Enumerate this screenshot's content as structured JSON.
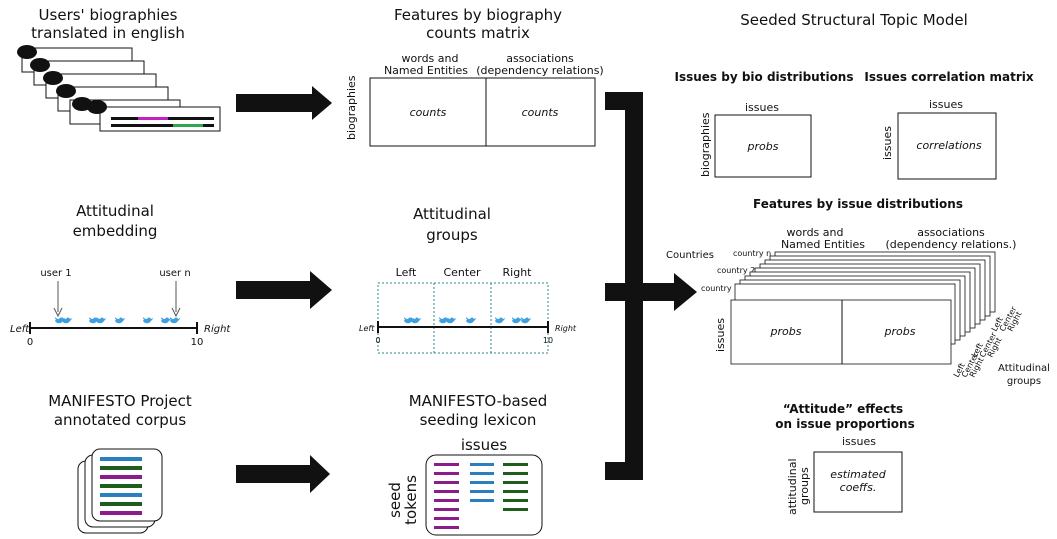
{
  "left": {
    "bios_title": [
      "Users' biographies",
      "translated in english"
    ],
    "att_title": [
      "Attitudinal",
      "embedding"
    ],
    "user1": "user 1",
    "usern": "user n",
    "axis_left": "Left",
    "axis_right": "Right",
    "axis_min": "0",
    "axis_max": "10",
    "manifesto_title": [
      "MANIFESTO Project",
      "annotated corpus"
    ]
  },
  "mid": {
    "feat_title": [
      "Features by biography",
      "counts matrix"
    ],
    "col1": [
      "words and",
      "Named Entities"
    ],
    "col2": [
      "associations",
      "(dependency  relations)"
    ],
    "row_label": "biographies",
    "cell": "counts",
    "groups_title": [
      "Attitudinal",
      "groups"
    ],
    "g_left": "Left",
    "g_center": "Center",
    "g_right": "Right",
    "lexicon_title": [
      "MANIFESTO-based",
      "seeding lexicon"
    ],
    "issues": "issues",
    "seed": [
      "seed",
      "tokens"
    ]
  },
  "right": {
    "title": "Seeded Structural Topic Model",
    "bio_dist": "Issues by bio distributions",
    "corr": "Issues correlation matrix",
    "issues": "issues",
    "biographies": "biographies",
    "probs": "probs",
    "correlations": "correlations",
    "feat_issue": "Features by issue distributions",
    "fi_col1": [
      "words and",
      "Named Entities"
    ],
    "fi_col2": [
      "associations",
      "(dependency  relations.)"
    ],
    "countries": "Countries",
    "country_n": "country n",
    "country_2": "country 2",
    "country_1": "country 1",
    "side_labels": [
      "Left",
      "Center",
      "Right"
    ],
    "att_groups": [
      "Attitudinal",
      "groups"
    ],
    "effects": [
      "“Attitude”  effects",
      "on issue proportions"
    ],
    "att_groups_row": [
      "attitudinal",
      "groups"
    ],
    "estimated": [
      "estimated",
      "coeffs."
    ]
  },
  "colors": {
    "black": "#111111",
    "twitter": "#3fa0df",
    "seed_purple": "#8b1d8b",
    "seed_blue": "#2a7fc0",
    "seed_green": "#1d5e1d",
    "dotted": "#2c8a8a",
    "bio_magenta": "#c021c0",
    "bio_green": "#2fa84f"
  }
}
